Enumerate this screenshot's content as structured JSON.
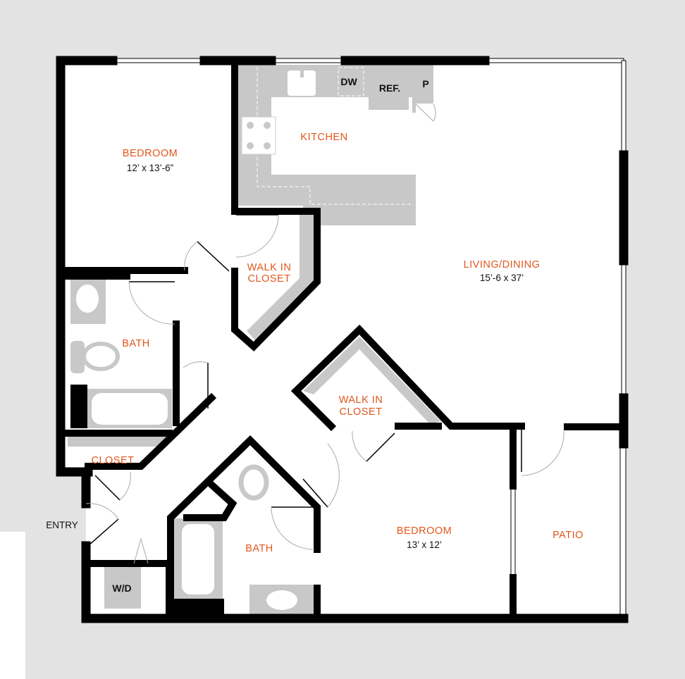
{
  "rooms": {
    "bedroom1": {
      "name": "BEDROOM",
      "size": "12’ x 13’-6”"
    },
    "kitchen": {
      "name": "KITCHEN"
    },
    "living": {
      "name": "LIVING/DINING",
      "size": "15’-6 x 37’"
    },
    "walkin1": {
      "line1": "WALK IN",
      "line2": "CLOSET"
    },
    "bath1": {
      "name": "BATH"
    },
    "walkin2": {
      "line1": "WALK IN",
      "line2": "CLOSET"
    },
    "closet": {
      "name": "CLOSET"
    },
    "entry": {
      "name": "ENTRY"
    },
    "bath2": {
      "name": "BATH"
    },
    "bedroom2": {
      "name": "BEDROOM",
      "size": "13’ x 12’"
    },
    "patio": {
      "name": "PATIO"
    }
  },
  "fixtures": {
    "dw": "DW",
    "ref": "REF.",
    "pantry": "P",
    "wd": "W/D"
  },
  "colors": {
    "label": "#e0561c",
    "wall": "#000000",
    "fixture": "#c8c8c8",
    "background": "#e3e3e3"
  }
}
